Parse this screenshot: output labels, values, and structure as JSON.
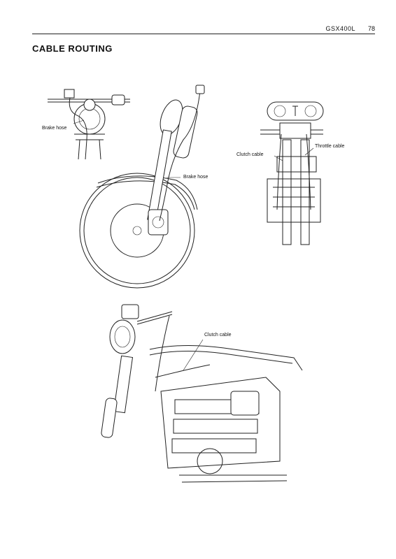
{
  "header": {
    "doc_code": "GSX400L",
    "page_number": "78"
  },
  "title": "CABLE ROUTING",
  "labels": {
    "brake_hose_handlebar": "Brake hose",
    "brake_hose_fork": "Brake hose",
    "clutch_cable_front": "Clutch cable",
    "throttle_cable": "Throttle cable",
    "clutch_cable_side": "Clutch cable"
  }
}
